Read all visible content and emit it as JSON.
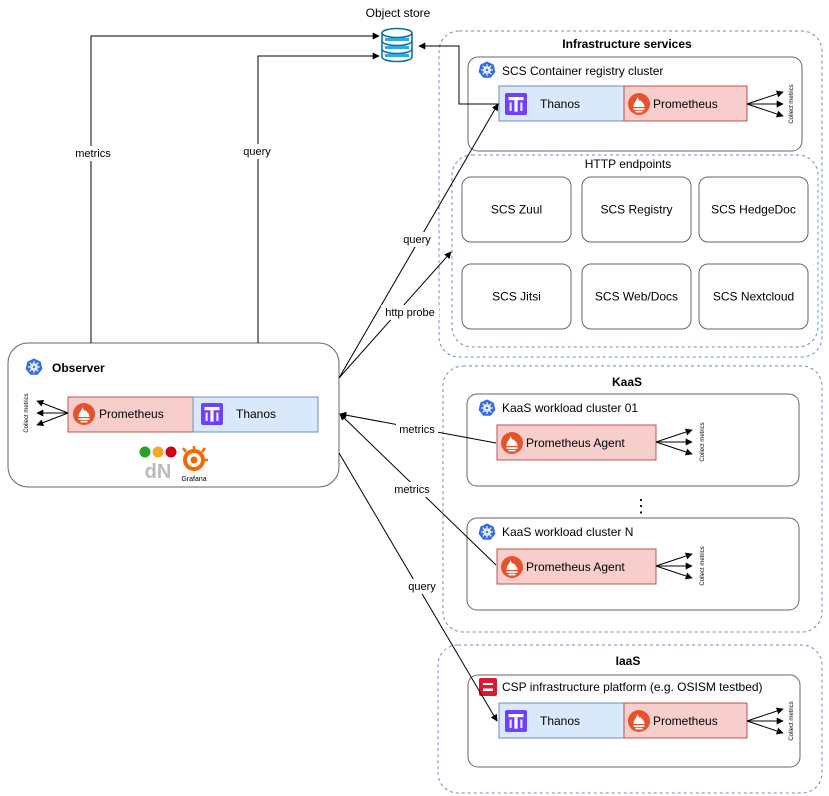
{
  "object_store": {
    "label": "Object store"
  },
  "edge_labels": {
    "metrics_left": "metrics",
    "query_left": "query",
    "query_to_registry": "query",
    "http_probe": "http probe",
    "metrics_kaas_01": "metrics",
    "metrics_kaas_n": "metrics",
    "query_iaas": "query"
  },
  "observer": {
    "title": "Observer",
    "prometheus": "Prometheus",
    "thanos": "Thanos",
    "collect": "Collect metrics",
    "grafana": "Grafana",
    "dn_logo": "dN"
  },
  "infra": {
    "title": "Infrastructure services",
    "registry_cluster": {
      "title": "SCS Container registry cluster",
      "thanos": "Thanos",
      "prometheus": "Prometheus",
      "collect": "Collect metrics"
    },
    "http": {
      "title": "HTTP endpoints",
      "endpoints": [
        "SCS Zuul",
        "SCS Registry",
        "SCS HedgeDoc",
        "SCS Jitsi",
        "SCS Web/Docs",
        "SCS Nextcloud"
      ]
    }
  },
  "kaas": {
    "title": "KaaS",
    "clusters": [
      {
        "title": "KaaS workload cluster 01",
        "agent": "Prometheus Agent",
        "collect": "Collect metrics"
      },
      {
        "title": "KaaS workload cluster N",
        "agent": "Prometheus Agent",
        "collect": "Collect metrics"
      }
    ],
    "ellipsis": "⋮"
  },
  "iaas": {
    "title": "IaaS",
    "platform": {
      "title": "CSP infrastructure platform (e.g. OSISM testbed)",
      "thanos": "Thanos",
      "prometheus": "Prometheus",
      "collect": "Collect metrics"
    }
  },
  "colors": {
    "prometheus_fill": "#f8cecc",
    "prometheus_border": "#b85450",
    "thanos_fill": "#dae8fc",
    "thanos_border": "#6c8ebf",
    "group_border": "#6c8ebf",
    "k8s_blue": "#326ce5",
    "prometheus_orange": "#e6522c",
    "thanos_purple": "#6d41ff",
    "openstack_red": "#da1a32",
    "grafana_orange": "#f46800"
  }
}
